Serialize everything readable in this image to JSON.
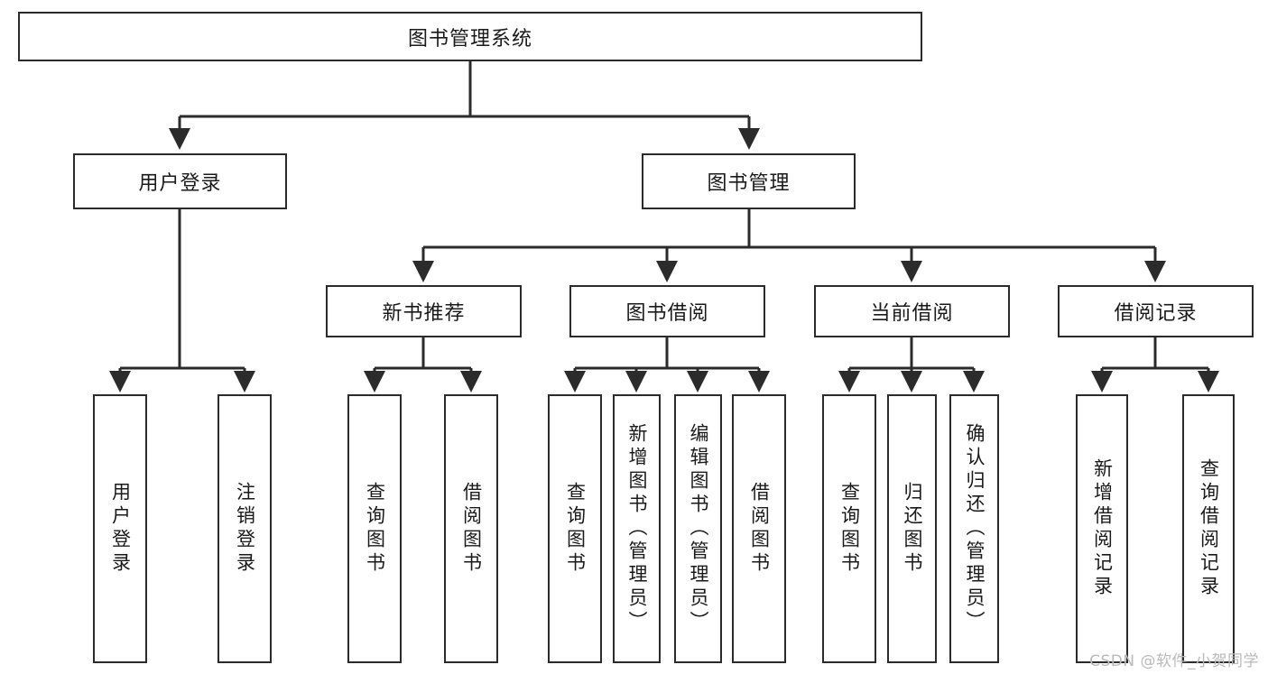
{
  "diagram": {
    "type": "tree-hierarchy-chart",
    "title": "图书管理系统",
    "colors": {
      "box_border": "#2b2b2b",
      "box_fill": "#ffffff",
      "connector": "#2b2b2b",
      "text": "#1a1a1a",
      "watermark": "#b9b9b9",
      "background": "#ffffff"
    },
    "levels": {
      "root": {
        "label": "图书管理系统"
      },
      "level2": [
        {
          "id": "user-login",
          "label": "用户登录"
        },
        {
          "id": "book-management",
          "label": "图书管理"
        }
      ],
      "level3": [
        {
          "id": "new-book-recommend",
          "label": "新书推荐",
          "parent": "book-management"
        },
        {
          "id": "book-borrow",
          "label": "图书借阅",
          "parent": "book-management"
        },
        {
          "id": "current-borrow",
          "label": "当前借阅",
          "parent": "book-management"
        },
        {
          "id": "borrow-record",
          "label": "借阅记录",
          "parent": "book-management"
        }
      ],
      "leaves": {
        "user-login": [
          {
            "id": "leaf-user-login",
            "label": "用户登录"
          },
          {
            "id": "leaf-logout",
            "label": "注销登录"
          }
        ],
        "new-book-recommend": [
          {
            "id": "leaf-query-book-1",
            "label": "查询图书"
          },
          {
            "id": "leaf-borrow-book-1",
            "label": "借阅图书"
          }
        ],
        "book-borrow": [
          {
            "id": "leaf-query-book-2",
            "label": "查询图书"
          },
          {
            "id": "leaf-add-book",
            "label": "新增图书（管理员）"
          },
          {
            "id": "leaf-edit-book",
            "label": "编辑图书（管理员）"
          },
          {
            "id": "leaf-borrow-book-2",
            "label": "借阅图书"
          }
        ],
        "current-borrow": [
          {
            "id": "leaf-query-book-3",
            "label": "查询图书"
          },
          {
            "id": "leaf-return-book",
            "label": "归还图书"
          },
          {
            "id": "leaf-confirm-return",
            "label": "确认归还（管理员）"
          }
        ],
        "borrow-record": [
          {
            "id": "leaf-add-record",
            "label": "新增借阅记录"
          },
          {
            "id": "leaf-query-record",
            "label": "查询借阅记录"
          }
        ]
      }
    },
    "watermark": "CSDN @软件_小贺同学"
  }
}
